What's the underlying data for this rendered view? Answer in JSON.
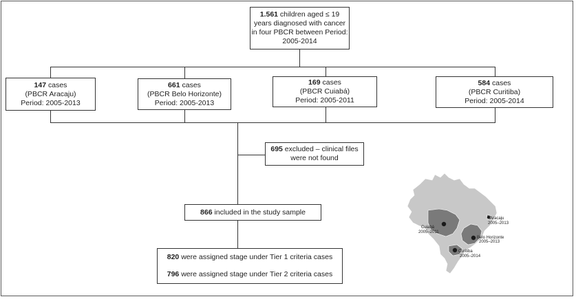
{
  "root": {
    "count": "1.561",
    "line1_rest": " children aged ≤ 19",
    "line2": "years diagnosed with cancer",
    "line3": "in four PBCR between Period:",
    "line4": "2005-2014"
  },
  "registries": [
    {
      "count": "147",
      "suffix": " cases",
      "registry": "(PBCR Aracaju)",
      "period": "Period: 2005-2013"
    },
    {
      "count": "661",
      "suffix": " cases",
      "registry": "(PBCR Belo Horizonte)",
      "period": "Period: 2005-2013"
    },
    {
      "count": "169",
      "suffix": " cases",
      "registry": "(PBCR Cuiabá)",
      "period": "Period: 2005-2011"
    },
    {
      "count": "584",
      "suffix": " cases",
      "registry": "(PBCR Curitiba)",
      "period": "Period: 2005-2014"
    }
  ],
  "excluded": {
    "count": "695",
    "line1_rest": " excluded – clinical files",
    "line2": "were not found"
  },
  "included": {
    "count": "866",
    "rest": " included in the study sample"
  },
  "staging": [
    {
      "count": "820",
      "rest": " were assigned stage under Tier 1 criteria cases"
    },
    {
      "count": "796",
      "rest": " were assigned stage under Tier 2 criteria cases"
    }
  ],
  "map": {
    "cities": [
      {
        "name": "Aracaju",
        "period": "2005–2013"
      },
      {
        "name": "Cuiabá",
        "period": "2005–2011"
      },
      {
        "name": "Belo Horizonte",
        "period": "2005–2013"
      },
      {
        "name": "Curitiba",
        "period": "2005–2014"
      }
    ],
    "colors": {
      "country": "#c8c8c8",
      "highlight_state": "#7a7a7a",
      "dot": "#1a1a1a"
    }
  }
}
